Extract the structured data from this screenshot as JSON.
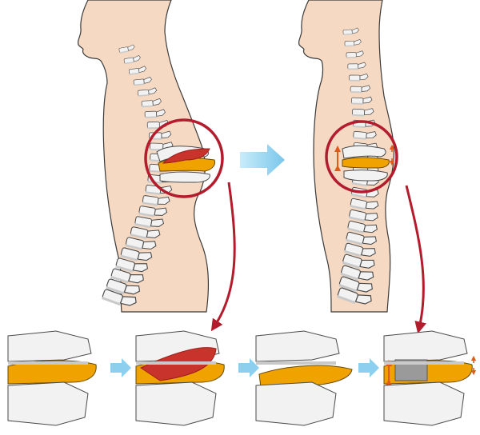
{
  "diagram": {
    "stages": [
      {
        "id": "before",
        "condition": "herniated-disc"
      },
      {
        "id": "after",
        "condition": "disc-replacement"
      }
    ],
    "detail_steps": [
      {
        "id": "detail-normal",
        "state": "normal-disc"
      },
      {
        "id": "detail-herniated",
        "state": "herniated-disc"
      },
      {
        "id": "detail-removed",
        "state": "disc-removed"
      },
      {
        "id": "detail-implant",
        "state": "implant-inserted"
      }
    ],
    "colors": {
      "skin": "#f6d9c2",
      "skin_outline": "#3a3a3a",
      "bone": "#f2f2f2",
      "bone_shade": "#c9c9c9",
      "bone_outline": "#4a4a4a",
      "disc": "#f0a300",
      "disc_dark": "#d98a00",
      "herniation": "#c8332b",
      "herniation_dark": "#9b1f1a",
      "circle": "#b31c2c",
      "arrow_blue": "#8ccfee",
      "arrow_orange": "#e05a1a",
      "implant": "#9a9a9a"
    },
    "icons": [
      "flow-arrow-icon",
      "callout-arrow-icon",
      "height-arrows-icon"
    ]
  }
}
